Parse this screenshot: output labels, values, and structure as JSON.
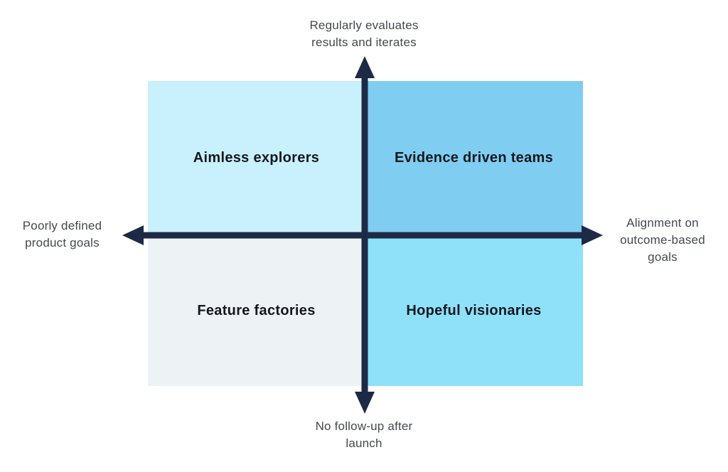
{
  "axes": {
    "top": {
      "lines": [
        "Regularly evaluates",
        "results and iterates"
      ]
    },
    "bottom": {
      "lines": [
        "No follow-up after",
        "launch"
      ]
    },
    "left": {
      "lines": [
        "Poorly defined",
        "product goals"
      ]
    },
    "right": {
      "lines": [
        "Alignment on",
        "outcome-based",
        "goals"
      ]
    }
  },
  "quadrants": {
    "top_left": {
      "label": "Aimless explorers",
      "color": "#c9f0fd"
    },
    "top_right": {
      "label": "Evidence driven teams",
      "color": "#7fcdf1"
    },
    "bottom_left": {
      "label": "Feature factories",
      "color": "#edf3f5"
    },
    "bottom_right": {
      "label": "Hopeful visionaries",
      "color": "#8fe1fa"
    }
  },
  "colors": {
    "axis_arrow": "#1d2a46",
    "outer_label_text": "#44484f",
    "quadrant_label_text": "#15181f",
    "background": "#ffffff"
  }
}
